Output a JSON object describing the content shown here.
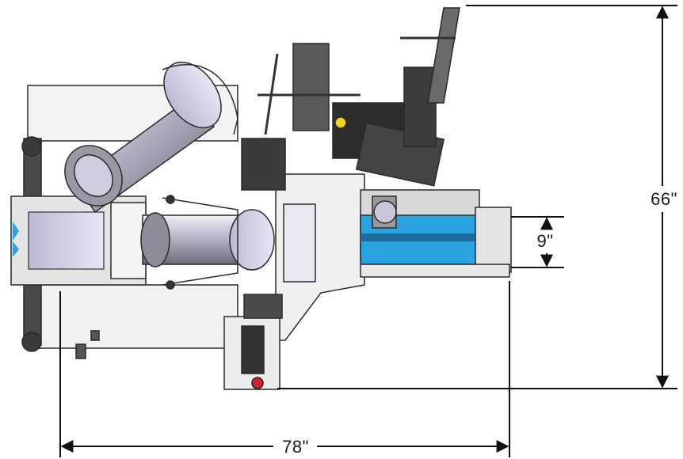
{
  "dimensions": {
    "height_label": "66\"",
    "width_label": "78\"",
    "belt_label": "9\""
  },
  "colors": {
    "frame": "#e6e6e6",
    "frame_stroke": "#2a2a2a",
    "roll_light": "#d6d3e6",
    "roll_dark": "#7a7880",
    "conveyor_blue": "#2aa3e0",
    "conveyor_dark": "#1c6f9c",
    "indicator_yellow": "#f2d21b",
    "stop_red": "#d3202a",
    "dimension_line": "#111111"
  }
}
